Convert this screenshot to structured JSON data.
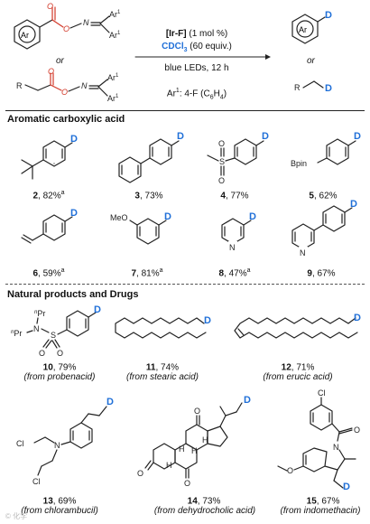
{
  "scheme": {
    "reactant_ar": "Ar",
    "reactant_r": "R",
    "oxime_atom_o": "O",
    "oxime_atom_n": "N",
    "ar1": "Ar",
    "ar1_sup": "1",
    "or_left": "or",
    "or_right": "or",
    "catalyst": "[Ir-F]",
    "catalyst_load": " (1 mol %)",
    "deuterium_source": "CDCl",
    "deuterium_sub": "3",
    "deuterium_equiv": " (60 equiv.)",
    "light": "blue LEDs, 12 h",
    "ar1_def": "Ar",
    "ar1_def_sup": "1",
    "ar1_def_text": ": 4-F (C",
    "ar1_def_sub1": "6",
    "ar1_def_mid": "H",
    "ar1_def_sub2": "4",
    "ar1_def_end": ")",
    "product_ar": "Ar",
    "product_r": "R",
    "d_label": "D"
  },
  "sections": {
    "aromatic": "Aromatic carboxylic acid",
    "natural": "Natural products and Drugs"
  },
  "compounds": [
    {
      "num": "2",
      "yield": ", 82%",
      "sup": "a"
    },
    {
      "num": "3",
      "yield": ", 73%",
      "sup": ""
    },
    {
      "num": "4",
      "yield": ", 77%",
      "sup": ""
    },
    {
      "num": "5",
      "yield": ", 62%",
      "sup": ""
    },
    {
      "num": "6",
      "yield": ", 59%",
      "sup": "a"
    },
    {
      "num": "7",
      "yield": ", 81%",
      "sup": "a"
    },
    {
      "num": "8",
      "yield": ", 47%",
      "sup": "a"
    },
    {
      "num": "9",
      "yield": ", 67%",
      "sup": ""
    },
    {
      "num": "10",
      "yield": ", 79%",
      "sup": "",
      "source": "(from probenacid)"
    },
    {
      "num": "11",
      "yield": ", 74%",
      "sup": "",
      "source": "(from stearic acid)"
    },
    {
      "num": "12",
      "yield": ", 71%",
      "sup": "",
      "source": "(from erucic acid)"
    },
    {
      "num": "13",
      "yield": ", 69%",
      "sup": "",
      "source": "(from chlorambucil)"
    },
    {
      "num": "14",
      "yield": ", 73%",
      "sup": "",
      "source": "(from dehydrocholic acid)"
    },
    {
      "num": "15",
      "yield": ", 67%",
      "sup": "",
      "source": "(from indomethacin)"
    }
  ],
  "labels": {
    "bpin": "Bpin",
    "meo": "MeO",
    "n": "N",
    "npr": "Pr",
    "n_italic": "n",
    "s": "S",
    "o": "O",
    "cl": "Cl",
    "d": "D",
    "h": "H"
  },
  "colors": {
    "deuterium": "#1f6fd8",
    "carboxyl": "#d23a2a"
  },
  "watermark": "© 化学"
}
